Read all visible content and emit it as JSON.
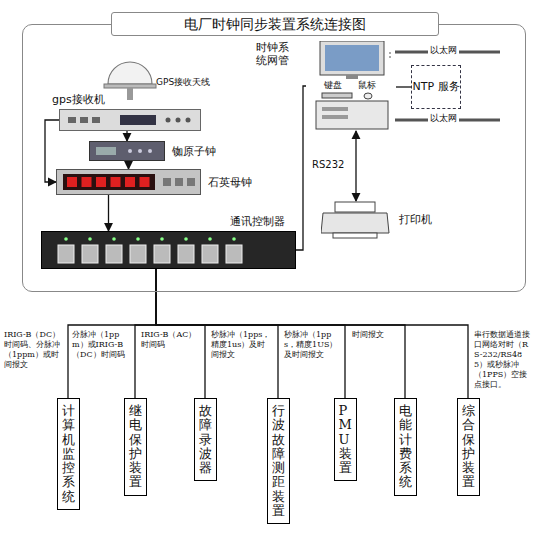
{
  "diagram": {
    "nodes": [
      {
        "text": [
          "电厂时钟同步装置系统连接图"
        ]
      },
      {
        "text": [
          "gps接收机"
        ],
        "in": 0
      },
      {
        "text": [
          "铷原子钟"
        ],
        "in": 0
      },
      {
        "text": [
          "石英母钟"
        ],
        "in": 0
      },
      {
        "text": [
          "通讯控制器"
        ],
        "in": 0
      },
      {
        "text": [
          "时钟系统网管"
        ],
        "in": 0
      },
      {
        "text": [
          "NTP 服务"
        ],
        "in": 0
      },
      {
        "text": [
          "打印机"
        ],
        "in": 0
      },
      {
        "text": [
          "计算机监控系统"
        ]
      },
      {
        "text": [
          "继电保护装置"
        ]
      },
      {
        "text": [
          "故障录波器"
        ]
      },
      {
        "text": [
          "行波故障测距装置"
        ]
      },
      {
        "text": [
          "PMU装置"
        ]
      },
      {
        "text": [
          "电能计费系统"
        ]
      },
      {
        "text": [
          "综合保护装置"
        ]
      }
    ],
    "edges": [
      {
        "from": 1,
        "to": 2,
        "arrow": "to"
      },
      {
        "from": 2,
        "to": 3,
        "arrow": "to"
      },
      {
        "from": 1,
        "to": 3,
        "arrow": "to"
      },
      {
        "from": 3,
        "to": 4,
        "arrow": "to"
      },
      {
        "from": 4,
        "to": 5,
        "arrow": "none"
      },
      {
        "from": 5,
        "to": 7,
        "label": "RS232",
        "arrow": "both"
      },
      {
        "from": 5,
        "to": 6,
        "arrow": "none"
      },
      {
        "from": 4,
        "to": 8,
        "arrow": "none"
      },
      {
        "from": 4,
        "to": 9,
        "arrow": "none"
      },
      {
        "from": 4,
        "to": 10,
        "arrow": "none"
      },
      {
        "from": 4,
        "to": 11,
        "arrow": "none"
      },
      {
        "from": 4,
        "to": 12,
        "arrow": "none"
      },
      {
        "from": 4,
        "to": 13,
        "arrow": "none"
      },
      {
        "from": 4,
        "to": 14,
        "arrow": "none"
      }
    ],
    "labels": [
      "GPS接收天线",
      "以太网",
      "键盘",
      "鼠标",
      "以太网",
      "IRIG-B（DC）时间码、分脉冲（1ppm）或时间报文",
      "分脉冲（1ppm）或IRIG-B（DC）时间码",
      "IRIG-B（AC）时间码",
      "秒脉冲（1pps，精度1us）及时间报文",
      "秒脉冲（1pps，精度1US）及时间报文",
      "时间报文",
      "串行数据通道接口网络对时（RS-232/RS485）或秒脉冲（1PPS）空接点接口。"
    ]
  }
}
